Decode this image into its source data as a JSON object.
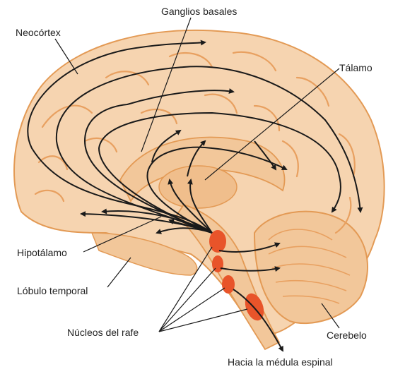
{
  "labels": {
    "neocortex": "Neocórtex",
    "basal_ganglia": "Ganglios basales",
    "thalamus": "Tálamo",
    "hypothalamus": "Hipotálamo",
    "temporal_lobe": "Lóbulo temporal",
    "raphe_nuclei": "Núcleos del rafe",
    "cerebellum": "Cerebelo",
    "spinal_cord": "Hacia la médula espinal"
  },
  "colors": {
    "brain_tissue": "#f2c79a",
    "brain_fold": "#e8a060",
    "brain_outline": "#e39a55",
    "raphe_nuclei": "#e8542a",
    "pathway": "#1a1a1a"
  }
}
